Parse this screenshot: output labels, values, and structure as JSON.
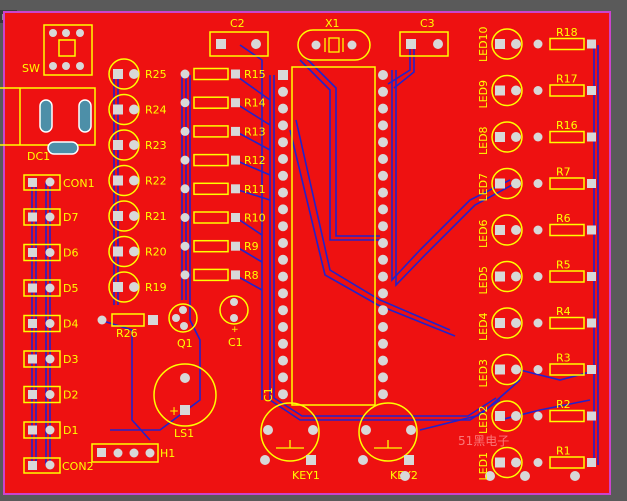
{
  "corner_label": "mm",
  "colors": {
    "copper": "#ee1111",
    "silk": "#ffff00",
    "trace": "#2222cc",
    "outline": "#cc44cc",
    "pad": "#d8d8d8",
    "background": "#5a5a5a"
  },
  "labels": {
    "sw": "SW",
    "dc1": "DC1",
    "con1": "CON1",
    "con2": "CON2",
    "c2": "C2",
    "x1": "X1",
    "c3": "C3",
    "r26": "R26",
    "q1": "Q1",
    "c1_small": "C1",
    "ls1": "LS1",
    "h1": "H1",
    "c1_rot": "C1",
    "key1": "KEY1",
    "key2": "KEY2",
    "watermark": "51黑电子"
  },
  "left_rows": [
    "D7",
    "D6",
    "D5",
    "D4",
    "D3",
    "D2",
    "D1"
  ],
  "pot_labels": [
    "R25",
    "R24",
    "R23",
    "R22",
    "R21",
    "R20",
    "R19"
  ],
  "resistor_labels": [
    "R15",
    "R14",
    "R13",
    "R12",
    "R11",
    "R10",
    "R9",
    "R8"
  ],
  "led_rows": [
    {
      "led": "LED10",
      "res": "R18"
    },
    {
      "led": "LED9",
      "res": "R17"
    },
    {
      "led": "LED8",
      "res": "R16"
    },
    {
      "led": "LED7",
      "res": "R7"
    },
    {
      "led": "LED6",
      "res": "R6"
    },
    {
      "led": "LED5",
      "res": "R5"
    },
    {
      "led": "LED4",
      "res": "R4"
    },
    {
      "led": "LED3",
      "res": "R3"
    },
    {
      "led": "LED2",
      "res": "R2"
    },
    {
      "led": "LED1",
      "res": "R1"
    }
  ]
}
